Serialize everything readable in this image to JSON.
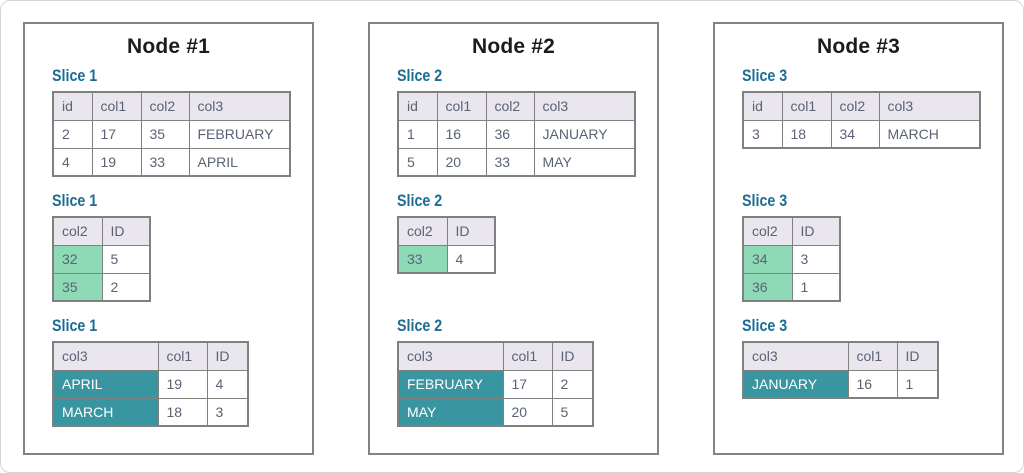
{
  "colors": {
    "heading_blue": "#1d6c94",
    "mint": "#8edab6",
    "teal": "#3996a0",
    "header_bg": "#e9e6ee",
    "cell_text": "#5a6375"
  },
  "nodes": [
    {
      "title": "Node #1",
      "slices": [
        {
          "label": "Slice 1",
          "columns": [
            "id",
            "col1",
            "col2",
            "col3"
          ],
          "rows": [
            [
              "2",
              "17",
              "35",
              "FEBRUARY"
            ],
            [
              "4",
              "19",
              "33",
              "APRIL"
            ]
          ],
          "first_col": "none"
        },
        {
          "label": "Slice 1",
          "columns": [
            "col2",
            "ID"
          ],
          "rows": [
            [
              "32",
              "5"
            ],
            [
              "35",
              "2"
            ]
          ],
          "first_col": "mint"
        },
        {
          "label": "Slice 1",
          "columns": [
            "col3",
            "col1",
            "ID"
          ],
          "rows": [
            [
              "APRIL",
              "19",
              "4"
            ],
            [
              "MARCH",
              "18",
              "3"
            ]
          ],
          "first_col": "teal"
        }
      ]
    },
    {
      "title": "Node #2",
      "slices": [
        {
          "label": "Slice 2",
          "columns": [
            "id",
            "col1",
            "col2",
            "col3"
          ],
          "rows": [
            [
              "1",
              "16",
              "36",
              "JANUARY"
            ],
            [
              "5",
              "20",
              "33",
              "MAY"
            ]
          ],
          "first_col": "none"
        },
        {
          "label": "Slice 2",
          "columns": [
            "col2",
            "ID"
          ],
          "rows": [
            [
              "33",
              "4"
            ]
          ],
          "first_col": "mint"
        },
        {
          "label": "Slice 2",
          "columns": [
            "col3",
            "col1",
            "ID"
          ],
          "rows": [
            [
              "FEBRUARY",
              "17",
              "2"
            ],
            [
              "MAY",
              "20",
              "5"
            ]
          ],
          "first_col": "teal"
        }
      ]
    },
    {
      "title": "Node #3",
      "slices": [
        {
          "label": "Slice 3",
          "columns": [
            "id",
            "col1",
            "col2",
            "col3"
          ],
          "rows": [
            [
              "3",
              "18",
              "34",
              "MARCH"
            ]
          ],
          "first_col": "none"
        },
        {
          "label": "Slice 3",
          "columns": [
            "col2",
            "ID"
          ],
          "rows": [
            [
              "34",
              "3"
            ],
            [
              "36",
              "1"
            ]
          ],
          "first_col": "mint"
        },
        {
          "label": "Slice 3",
          "columns": [
            "col3",
            "col1",
            "ID"
          ],
          "rows": [
            [
              "JANUARY",
              "16",
              "1"
            ]
          ],
          "first_col": "teal"
        }
      ]
    }
  ]
}
